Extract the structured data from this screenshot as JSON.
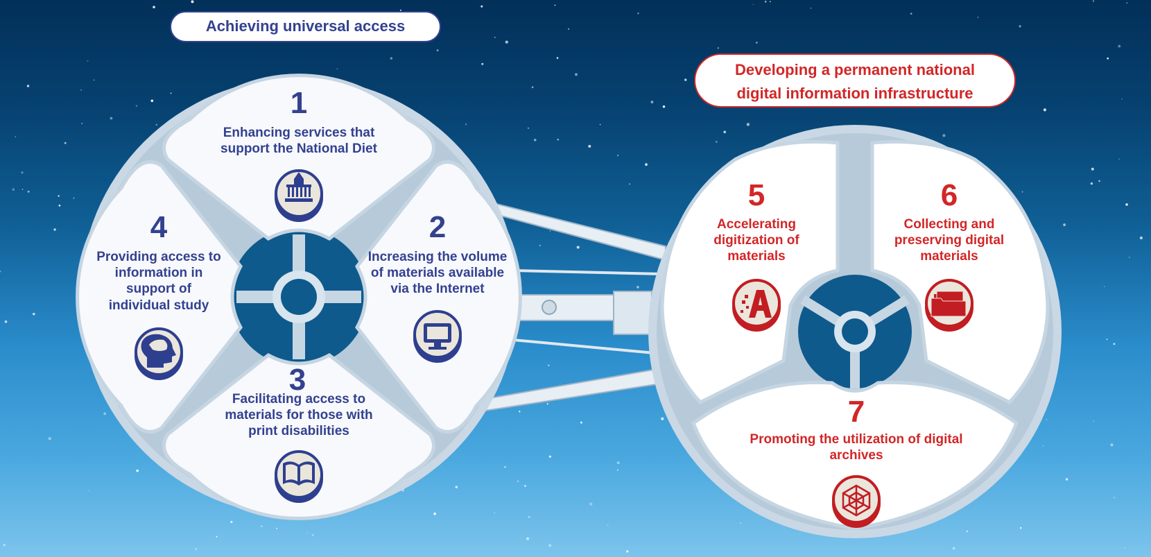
{
  "headings": {
    "universal_access": "Achieving universal access",
    "digital_infrastructure_line1": "Developing a permanent national",
    "digital_infrastructure_line2": "digital information infrastructure"
  },
  "items": [
    {
      "number": "1",
      "lines": [
        "Enhancing services that",
        "support the National Diet"
      ],
      "icon": "diet-building-icon"
    },
    {
      "number": "2",
      "lines": [
        "Increasing the volume",
        "of materials available",
        "via the Internet"
      ],
      "icon": "computer-monitor-icon"
    },
    {
      "number": "3",
      "lines": [
        "Facilitating access to",
        "materials for those with",
        "print disabilities"
      ],
      "icon": "open-book-icon"
    },
    {
      "number": "4",
      "lines": [
        "Providing access to",
        "information in",
        "support of",
        "individual study"
      ],
      "icon": "head-brain-icon"
    },
    {
      "number": "5",
      "lines": [
        "Accelerating",
        "digitization of",
        "materials"
      ],
      "icon": "digitized-letter-a-icon"
    },
    {
      "number": "6",
      "lines": [
        "Collecting and",
        "preserving digital",
        "materials"
      ],
      "icon": "folder-icon"
    },
    {
      "number": "7",
      "lines": [
        "Promoting the utilization of digital",
        "archives"
      ],
      "icon": "network-lattice-icon"
    }
  ],
  "colors": {
    "blue_text": "#33418f",
    "red_text": "#d22627",
    "sky_top": "#023059",
    "sky_bottom": "#7cc4ec",
    "module_fill": "#f7f9fc",
    "frame": "#c5d5e2"
  }
}
